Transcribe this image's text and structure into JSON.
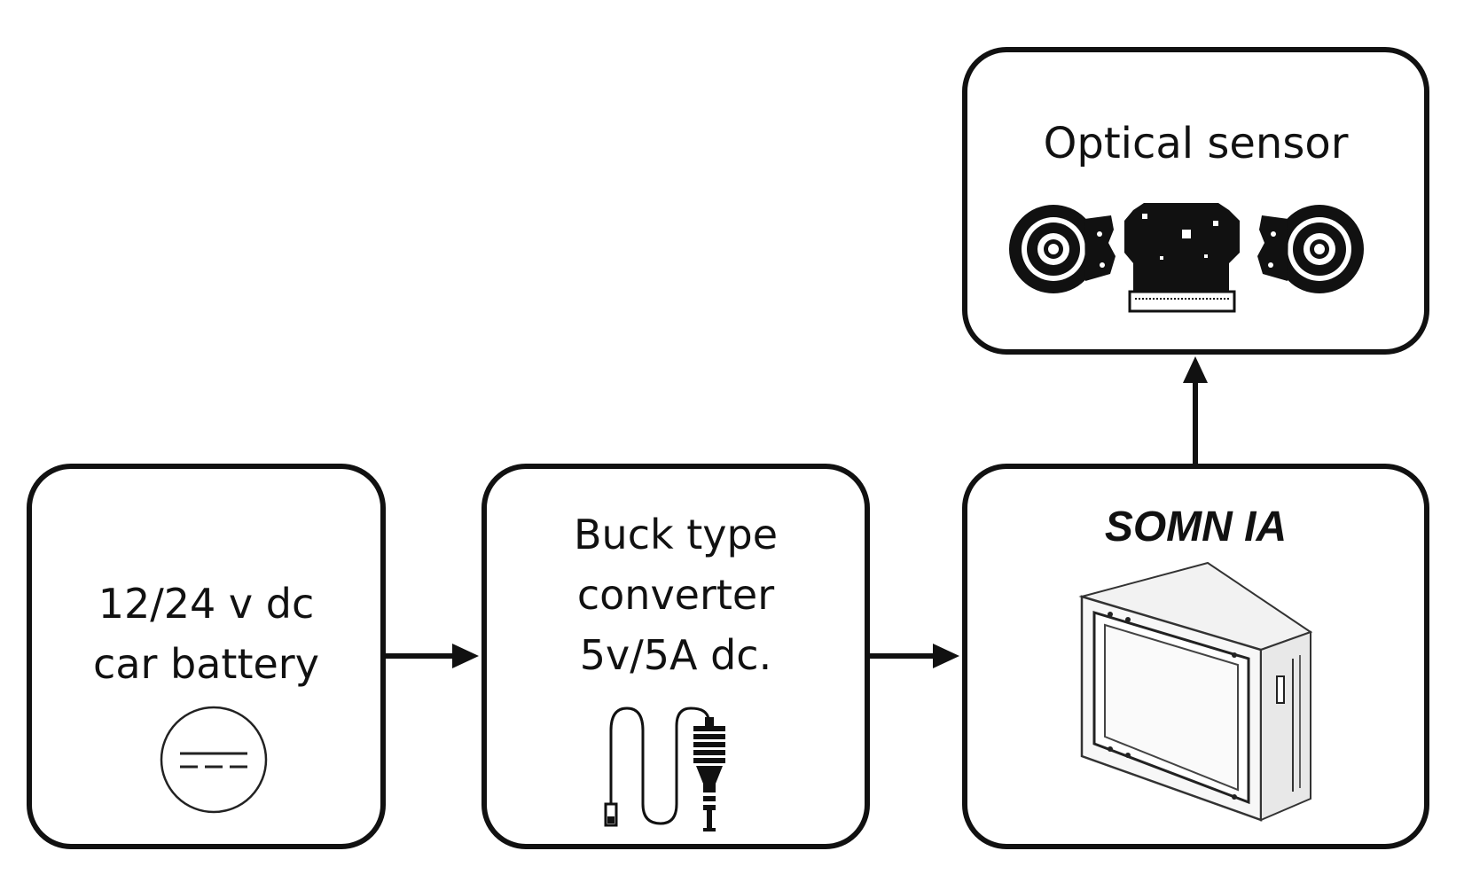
{
  "blocks": {
    "battery": {
      "line1": "12/24 v dc",
      "line2": "car battery",
      "icon": "dc-symbol-icon"
    },
    "buck": {
      "line1": "Buck type",
      "line2": "converter",
      "line3": "5v/5A dc.",
      "icon": "car-charger-cable-icon"
    },
    "somn": {
      "title": "SOMN IA",
      "icon": "embedded-computer-icon"
    },
    "optical": {
      "title": "Optical sensor",
      "icon": "stereo-camera-icon"
    }
  },
  "connections": [
    {
      "from": "battery",
      "to": "buck"
    },
    {
      "from": "buck",
      "to": "somn"
    },
    {
      "from": "somn",
      "to": "optical"
    }
  ],
  "colors": {
    "stroke": "#111111",
    "background": "#ffffff"
  }
}
